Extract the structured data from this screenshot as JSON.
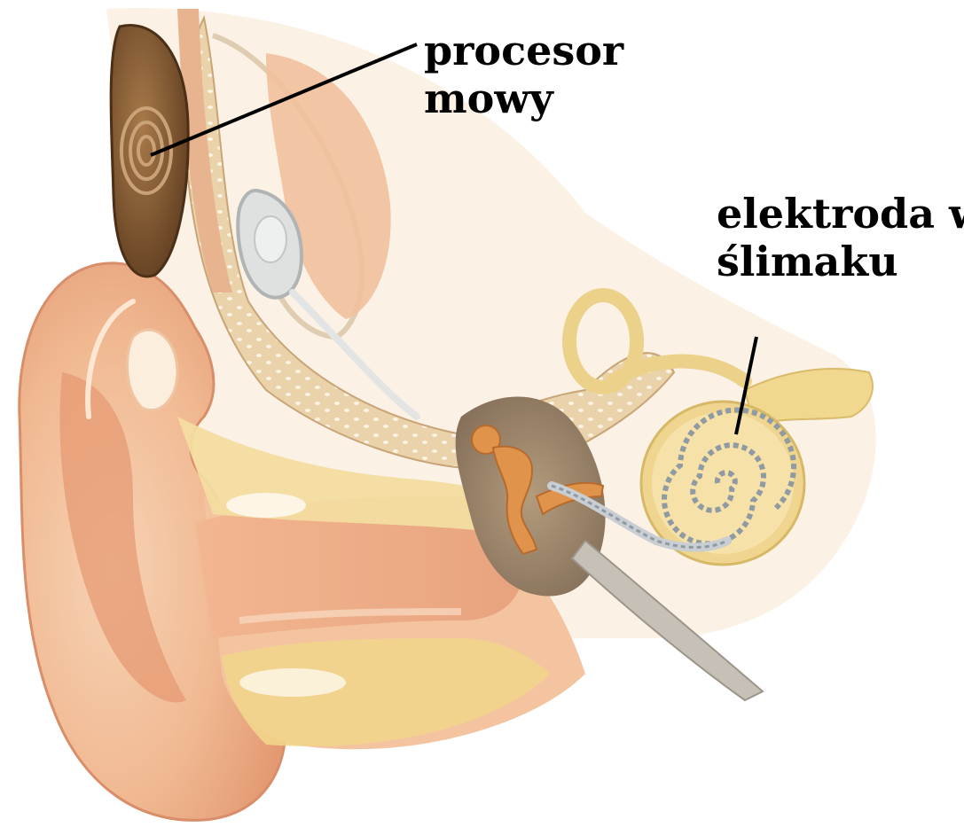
{
  "labels": {
    "speech_processor": {
      "line1": "procesor",
      "line2": "mowy"
    },
    "cochlea_electrode": {
      "line1": "elektroda w",
      "line2": "ślimaku"
    }
  },
  "colors": {
    "background": "#ffffff",
    "skin_outer": "#f4c7a6",
    "skin_inner": "#e9a17c",
    "bone": "#f3dca0",
    "temporal_bone_texture": "#e8c39a",
    "middle_ear_cavity": "#9c8466",
    "ossicles": "#e0934b",
    "cochlea": "#efd58f",
    "electrode": "#8f9aa3",
    "processor": "#7b5330",
    "callout_line": "#000000"
  }
}
